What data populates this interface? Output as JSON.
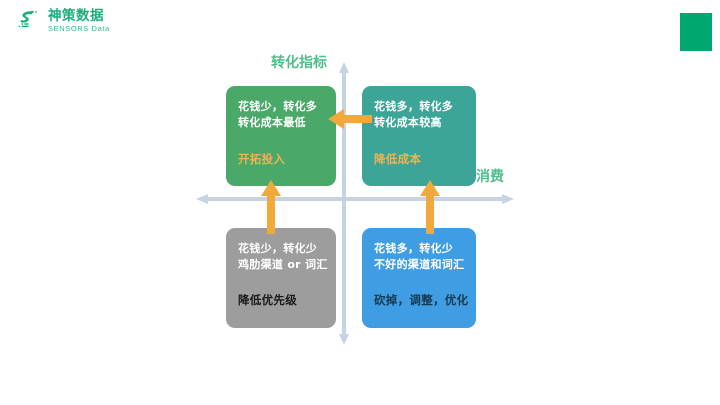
{
  "brand": {
    "logo_icon": "sensors-data-logo-icon",
    "name_cn": "神策数据",
    "name_en": "SENSORS Data",
    "accent_color": "#00a870"
  },
  "decoration": {
    "corner_block_color": "#00a870"
  },
  "axes": {
    "vertical": {
      "label": "转化指标",
      "color": "#4cbf8a",
      "arrow_color": "#c6d3e3",
      "double_headed": true
    },
    "horizontal": {
      "label": "消费",
      "color": "#4cbf8a",
      "arrow_color": "#c6d3e3",
      "double_headed": true
    }
  },
  "quadrants": [
    {
      "id": "top-left",
      "position": "low-spend-high-conversion",
      "color": "#4aa868",
      "line1": "花钱少，转化多",
      "line2": "转化成本最低",
      "action": "开拓投入",
      "action_color": "#f0b254"
    },
    {
      "id": "top-right",
      "position": "high-spend-high-conversion",
      "color": "#3da597",
      "line1": "花钱多，转化多",
      "line2": "转化成本较高",
      "action": "降低成本",
      "action_color": "#f0b254"
    },
    {
      "id": "bottom-left",
      "position": "low-spend-low-conversion",
      "color": "#9d9d9d",
      "line1": "花钱少，转化少",
      "line2": "鸡肋渠道 or 词汇",
      "action": "降低优先级",
      "action_color": "#1a1a1a"
    },
    {
      "id": "bottom-right",
      "position": "high-spend-low-conversion",
      "color": "#3f9ee3",
      "line1": "花钱多，转化少",
      "line2": "不好的渠道和词汇",
      "action": "砍掉，调整，优化",
      "action_color": "#17384f"
    }
  ],
  "flow_arrows": {
    "color": "#f0a93a",
    "items": [
      {
        "id": "tr-to-tl",
        "direction": "left",
        "from": "top-right",
        "to": "top-left"
      },
      {
        "id": "bl-to-tl",
        "direction": "up",
        "from": "bottom-left",
        "to": "top-left"
      },
      {
        "id": "br-to-tr",
        "direction": "up",
        "from": "bottom-right",
        "to": "top-right"
      }
    ]
  }
}
